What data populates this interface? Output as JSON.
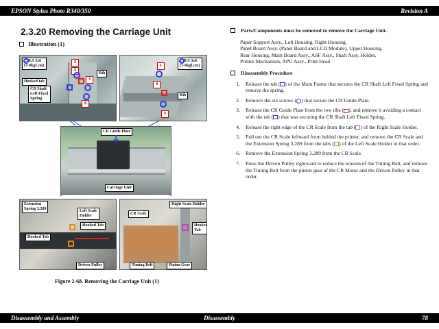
{
  "header": {
    "left": "EPSON Stylus Photo R340/350",
    "right": "Revision A"
  },
  "footer": {
    "left": "Disassembly and Assembly",
    "center": "Disassembly",
    "right": "78"
  },
  "section_title": "2.3.20  Removing the Carriage Unit",
  "illustration_label": "Illustration (1)",
  "figure_caption": "Figure 2-68.  Removing the Carriage Unit (1)",
  "photos": {
    "top_left": {
      "screw_label": "C.B.S 3x6\n(7-9kgf.cm)",
      "hooked_tab": "Hooked tab",
      "cr_shaft": "CR Shaft\nLeft Fixed\nSpring",
      "rib": "Rib",
      "numbers": [
        "2",
        "3",
        "5",
        "6"
      ]
    },
    "top_right": {
      "screw_label": "C.B.S 3x6\n(7-9kgf.cm)",
      "rib": "Rib",
      "numbers": [
        "1",
        "4",
        "5"
      ]
    },
    "center": {
      "cr_guide_plate": "CR Guide Plate",
      "carriage_unit": "Carriage Unit"
    },
    "bottom_left": {
      "extension_spring": "Extension\nSpring 3.289",
      "left_scale_holder": "Left Scale\nHolder",
      "hooked_tab_1": "Hooked Tab",
      "hooked_tab_2": "Hooked Tab",
      "driven_pulley": "Driven Pulley"
    },
    "bottom_right": {
      "right_scale_holder": "Right Scale Holder",
      "cr_scale": "CR Scale",
      "hooked_tab": "Hooked\nTab",
      "timing_belt": "Timing Belt",
      "pinion_gear": "Pinion Gear"
    }
  },
  "parts_heading": "Parts/Components must be removed to remove the Carriage Unit.",
  "parts_list": [
    "Paper Support Assy., Left Housing, Right Housing,",
    "Panel Board Assy. (Panel Board and LCD Module), Upper Housing,",
    "Rear Housing, Main Board Assy., ASF Assy., Shaft Assy. Holder,",
    "Printer Mechanism, APG Assy., Print Head"
  ],
  "procedure_heading": "Disassembly Procedure",
  "steps": [
    {
      "n": "1.",
      "a": "Release the tab (",
      "icon": "blue-square",
      "b": ") of the Main Frame that secures the CR Shaft Left Fixed Spring and remove the spring."
    },
    {
      "n": "2.",
      "a": "Remove the six screws (",
      "icon": "blue-circle",
      "b": ") that secure the CR Guide Plate."
    },
    {
      "n": "3.",
      "a": "Release the CR Guide Plate from the two ribs (",
      "icon": "red-square",
      "b": "), and remove it avoiding a contact with the tab (",
      "icon2": "blue-square",
      "c": ") that was securing the CR Shaft Left Fixed Spring."
    },
    {
      "n": "4.",
      "a": "Release the right edge of the CR Scale from the tab (",
      "icon": "magenta-square",
      "b": ") of the Right Scale Holder."
    },
    {
      "n": "5.",
      "a": "Pull out the CR Scale leftward from behind the printer, and remove the CR Scale and the Extension Spring 3.289 from the tabs (",
      "icon": "orange-square",
      "b": ") of the Left Scale Holder in that order."
    },
    {
      "n": "6.",
      "a": "Remove the Extension Spring 3.289 from the CR Scale.",
      "icon": "",
      "b": ""
    },
    {
      "n": "7.",
      "a": "Press the Driven Pulley rightward to reduce the tension of the Timing Belt, and remove the Timing Belt from the pinion gear of the CR Motor and the Driven Pulley in that order.",
      "icon": "",
      "b": ""
    }
  ],
  "colors": {
    "blue": "#2b3bd9",
    "red": "#d22222",
    "magenta": "#c03fc8",
    "orange": "#e08c14"
  }
}
